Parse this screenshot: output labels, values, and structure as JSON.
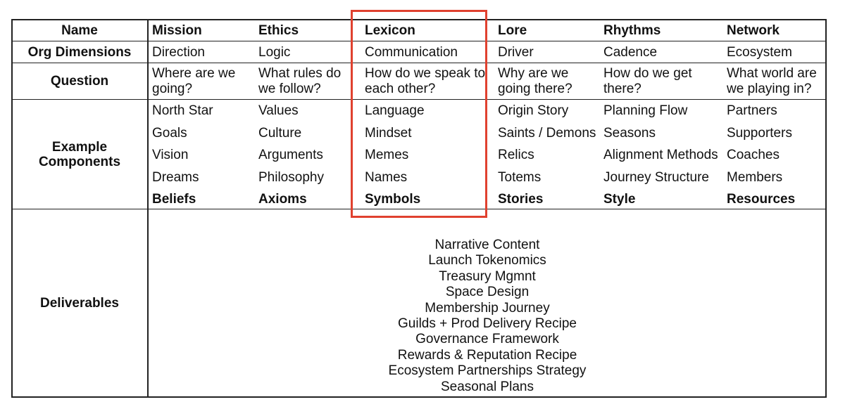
{
  "table": {
    "row_labels": {
      "name": "Name",
      "org_dimensions": "Org Dimensions",
      "question": "Question",
      "example_components": "Example Components",
      "deliverables": "Deliverables"
    },
    "columns": [
      {
        "name": "Mission",
        "dimension": "Direction",
        "question_l1": "Where are we",
        "question_l2": "going?",
        "components": [
          "North Star",
          "Goals",
          "Vision",
          "Dreams"
        ],
        "summary": "Beliefs"
      },
      {
        "name": "Ethics",
        "dimension": "Logic",
        "question_l1": "What rules do",
        "question_l2": "we follow?",
        "components": [
          "Values",
          "Culture",
          "Arguments",
          "Philosophy"
        ],
        "summary": "Axioms"
      },
      {
        "name": "Lexicon",
        "dimension": "Communication",
        "question_l1": "How do we speak to",
        "question_l2": "each other?",
        "components": [
          "Language",
          "Mindset",
          "Memes",
          "Names"
        ],
        "summary": "Symbols"
      },
      {
        "name": "Lore",
        "dimension": "Driver",
        "question_l1": "Why are we",
        "question_l2": "going there?",
        "components": [
          "Origin Story",
          "Saints / Demons",
          "Relics",
          "Totems"
        ],
        "summary": "Stories"
      },
      {
        "name": "Rhythms",
        "dimension": "Cadence",
        "question_l1": "How do we get",
        "question_l2": "there?",
        "components": [
          "Planning Flow",
          "Seasons",
          "Alignment Methods",
          "Journey Structure"
        ],
        "summary": "Style"
      },
      {
        "name": "Network",
        "dimension": "Ecosystem",
        "question_l1": "What world are",
        "question_l2": "we playing in?",
        "components": [
          "Partners",
          "Supporters",
          "Coaches",
          "Members"
        ],
        "summary": "Resources"
      }
    ],
    "deliverables": [
      "Narrative Content",
      "Launch Tokenomics",
      "Treasury Mgmnt",
      "Space Design",
      "Membership Journey",
      "Guilds + Prod Delivery Recipe",
      "Governance Framework",
      "Rewards & Reputation Recipe",
      "Ecosystem Partnerships Strategy",
      "Seasonal Plans"
    ],
    "highlighted_column": "Lexicon",
    "highlight_color": "#e0412f"
  }
}
